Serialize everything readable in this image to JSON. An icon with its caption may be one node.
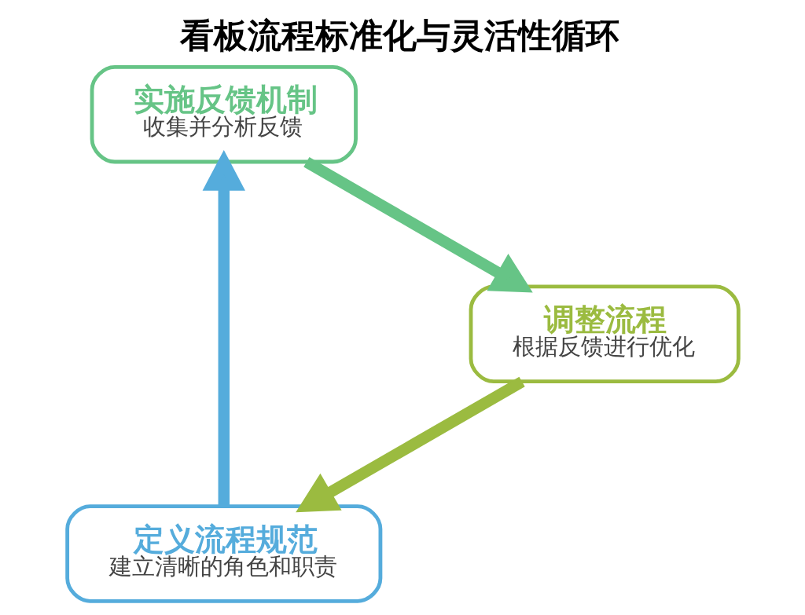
{
  "diagram": {
    "title": "看板流程标准化与灵活性循环",
    "nodes": [
      {
        "text": [
          "定义流程规范",
          "建立清晰的角色和职责"
        ]
      },
      {
        "text": [
          "实施反馈机制",
          "收集并分析反馈"
        ]
      },
      {
        "text": [
          "调整流程",
          "根据反馈进行优化"
        ]
      }
    ],
    "edges": [
      {
        "from": 0,
        "to": 1,
        "arrow": "to",
        "color": "#55acdc"
      },
      {
        "from": 1,
        "to": 2,
        "arrow": "to",
        "color": "#66c486"
      },
      {
        "from": 2,
        "to": 0,
        "arrow": "to",
        "color": "#9bbb40"
      }
    ]
  }
}
